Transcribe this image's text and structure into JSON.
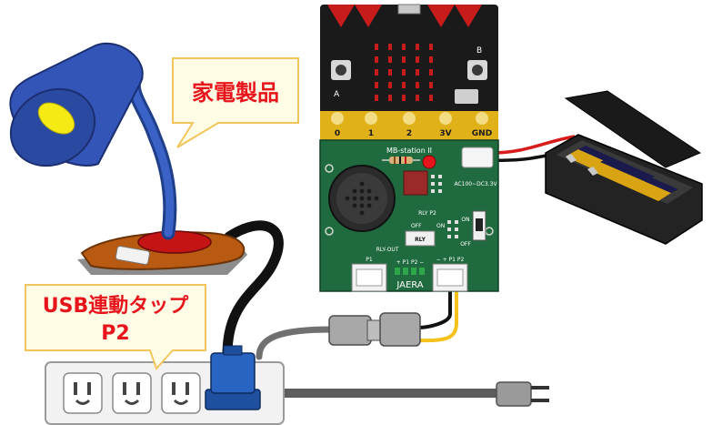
{
  "callouts": {
    "appliance": "家電製品",
    "tap_line1": "USB連動タップ",
    "tap_line2": "P2"
  },
  "board": {
    "name": "MB-station II",
    "vendor": "JAERA",
    "power": "AC100∼DC3.3V",
    "relay_label": "RLY",
    "relay_off": "OFF",
    "relay_on": "ON",
    "relay_side": "RLY P2",
    "relay_out": "RLY-OUT",
    "switch_on": "ON",
    "switch_off": "OFF",
    "connector_left": "P1",
    "connector_mid": "+ P1 P2 −",
    "connector_right": "− + P1 P2"
  },
  "microbit": {
    "pins": [
      "0",
      "1",
      "2",
      "3V",
      "GND"
    ],
    "button_a": "A",
    "button_b": "B"
  },
  "colors": {
    "callout_fill": "#fffce6",
    "callout_border": "#f2c55c",
    "callout_text": "#e8141b",
    "pcb": "#1f6b3f",
    "lamp_blue": "#3355b8",
    "plug_blue": "#1f4f9f",
    "wire_gray": "#707070",
    "wire_yellow": "#f5c21b"
  }
}
